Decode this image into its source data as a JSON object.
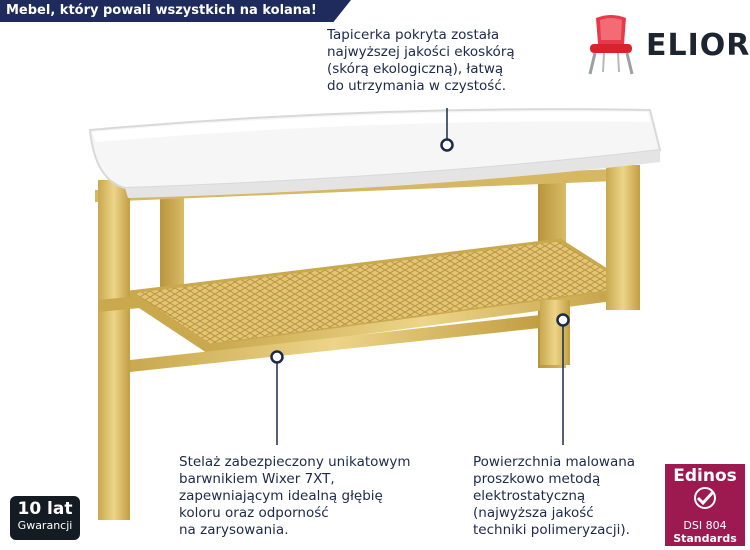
{
  "banner": {
    "text": "Mebel, który powali wszystkich na kolana!"
  },
  "brand": {
    "name": "ELIOR",
    "icon": "chair-icon"
  },
  "callouts": {
    "upholstery": [
      "Tapicerka pokryta została",
      "najwyższej jakości ekoskórą",
      "(skórą ekologiczną), łatwą",
      "do utrzymania w czystość."
    ],
    "frame": [
      "Stelaż zabezpieczony unikatowym",
      "barwnikiem Wixer 7XT,",
      "zapewniającym idealną głębię",
      "koloru oraz odporność",
      "na zarysowania."
    ],
    "surface": [
      "Powierzchnia malowana",
      "proszkowo metodą",
      "elektrostatyczną",
      "(najwyższa jakość",
      "techniki polimeryzacji)."
    ]
  },
  "warranty": {
    "years": "10 lat",
    "label": "Gwarancji"
  },
  "certificate": {
    "name": "Edinos",
    "code": "DSI 804",
    "label": "Standards"
  },
  "colors": {
    "banner": "#1f2b5c",
    "gold": "#d4b45c",
    "accent": "#9c1a50",
    "chair": "#e43a4a"
  }
}
